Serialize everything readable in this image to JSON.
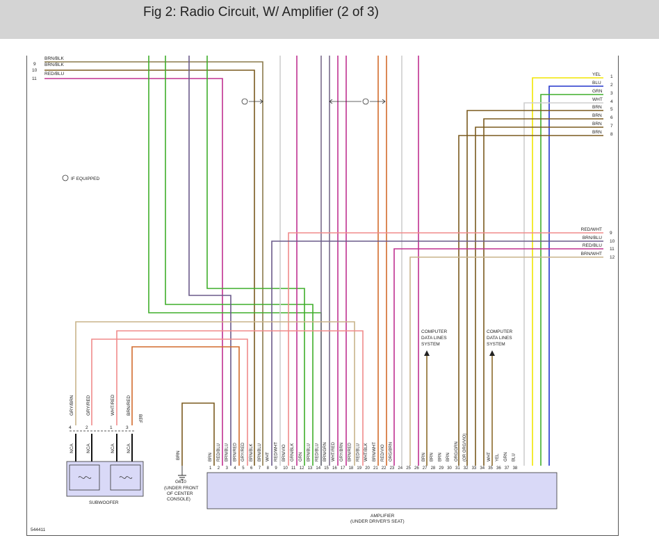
{
  "header": {
    "title": "Fig 2: Radio Circuit, W/ Amplifier (2 of 3)"
  },
  "colors": {
    "BRN": "#7a5a1e",
    "GRN": "#3fae2a",
    "YEL": "#f2e600",
    "BLU": "#2233cc",
    "WHT": "#cfcfcf",
    "GRY": "#7a6a8a",
    "RED": "#e04040",
    "ORG": "#d26a2c",
    "VIO": "#c03090",
    "TAN": "#c8b48a",
    "PNK": "#f08a8a",
    "BODY": "#d9d9f7"
  },
  "diagram": {
    "figure_id": "544411",
    "note": "IF EQUIPPED",
    "left_connector": [
      {
        "pin": "9",
        "label": "BRN/BLK"
      },
      {
        "pin": "10",
        "label": "BRN/BLK"
      },
      {
        "pin": "11",
        "label": "RED/BLU"
      }
    ],
    "right_connector_a": [
      {
        "pin": "1",
        "label": "YEL"
      },
      {
        "pin": "2",
        "label": "BLU"
      },
      {
        "pin": "3",
        "label": "GRN"
      },
      {
        "pin": "4",
        "label": "WHT"
      },
      {
        "pin": "5",
        "label": "BRN"
      },
      {
        "pin": "6",
        "label": "BRN"
      },
      {
        "pin": "7",
        "label": "BRN"
      },
      {
        "pin": "8",
        "label": "BRN"
      }
    ],
    "right_connector_b": [
      {
        "pin": "9",
        "label": "RED/WHT"
      },
      {
        "pin": "10",
        "label": "BRN/BLU"
      },
      {
        "pin": "11",
        "label": "RED/BLU"
      },
      {
        "pin": "12",
        "label": "BRN/WHT"
      }
    ],
    "computer_label_1": [
      "COMPUTER",
      "DATA LINES",
      "SYSTEM"
    ],
    "computer_label_2": [
      "COMPUTER",
      "DATA LINES",
      "SYSTEM"
    ],
    "subwoofer": {
      "label": "SUBWOOFER",
      "wires": [
        {
          "pin": "4",
          "label": "GRY/BRN"
        },
        {
          "pin": "2",
          "label": "GRY/RED"
        },
        {
          "pin": "1",
          "label": "WHT/RED"
        },
        {
          "pin": "3",
          "label": "BRN/RED"
        }
      ],
      "nca": "NCA",
      "bef": "BEF"
    },
    "ground": {
      "wire": "BRN",
      "name": "G610",
      "loc1": "(UNDER FRONT",
      "loc2": "OF CENTER",
      "loc3": "CONSOLE)"
    },
    "amplifier": {
      "label": "AMPLIFIER",
      "sub": "(UNDER DRIVER'S SEAT)",
      "pins": [
        {
          "n": "1",
          "w": "BRN"
        },
        {
          "n": "2",
          "w": "RED/BLU"
        },
        {
          "n": "3",
          "w": "BRN/BLU"
        },
        {
          "n": "4",
          "w": "BRN/RED"
        },
        {
          "n": "5",
          "w": "GRY/RED"
        },
        {
          "n": "6",
          "w": "BRN/BLK"
        },
        {
          "n": "7",
          "w": "BRN/BLU"
        },
        {
          "n": "8",
          "w": "WHT"
        },
        {
          "n": "9",
          "w": "RED/WHT"
        },
        {
          "n": "10",
          "w": "BRN/VIO"
        },
        {
          "n": "11",
          "w": "GRN/BLK"
        },
        {
          "n": "12",
          "w": "GRN"
        },
        {
          "n": "13",
          "w": "BRN/BLU"
        },
        {
          "n": "14",
          "w": "RED/BLU"
        },
        {
          "n": "15",
          "w": "BRN/GRN"
        },
        {
          "n": "16",
          "w": "WHT/RED"
        },
        {
          "n": "17",
          "w": "GRY/BRN"
        },
        {
          "n": "18",
          "w": "BRN/RED"
        },
        {
          "n": "19",
          "w": "RED/BLU"
        },
        {
          "n": "20",
          "w": "WHT/BLK"
        },
        {
          "n": "21",
          "w": "BRN/WHT"
        },
        {
          "n": "22",
          "w": "RED/VIO"
        },
        {
          "n": "23",
          "w": "ORG/BRN"
        },
        {
          "n": "24",
          "w": ""
        },
        {
          "n": "25",
          "w": ""
        },
        {
          "n": "26",
          "w": ""
        },
        {
          "n": "27",
          "w": "BRN"
        },
        {
          "n": "28",
          "w": "BRN"
        },
        {
          "n": "29",
          "w": "BRN"
        },
        {
          "n": "30",
          "w": "BRN"
        },
        {
          "n": "31",
          "w": "ORG/GRN"
        },
        {
          "n": "32",
          "w": "(OR ORG/VIO)"
        },
        {
          "n": "33",
          "w": ""
        },
        {
          "n": "34",
          "w": ""
        },
        {
          "n": "35",
          "w": "WHT"
        },
        {
          "n": "36",
          "w": "YEL"
        },
        {
          "n": "37",
          "w": "GRN"
        },
        {
          "n": "38",
          "w": "BLU"
        }
      ]
    }
  }
}
